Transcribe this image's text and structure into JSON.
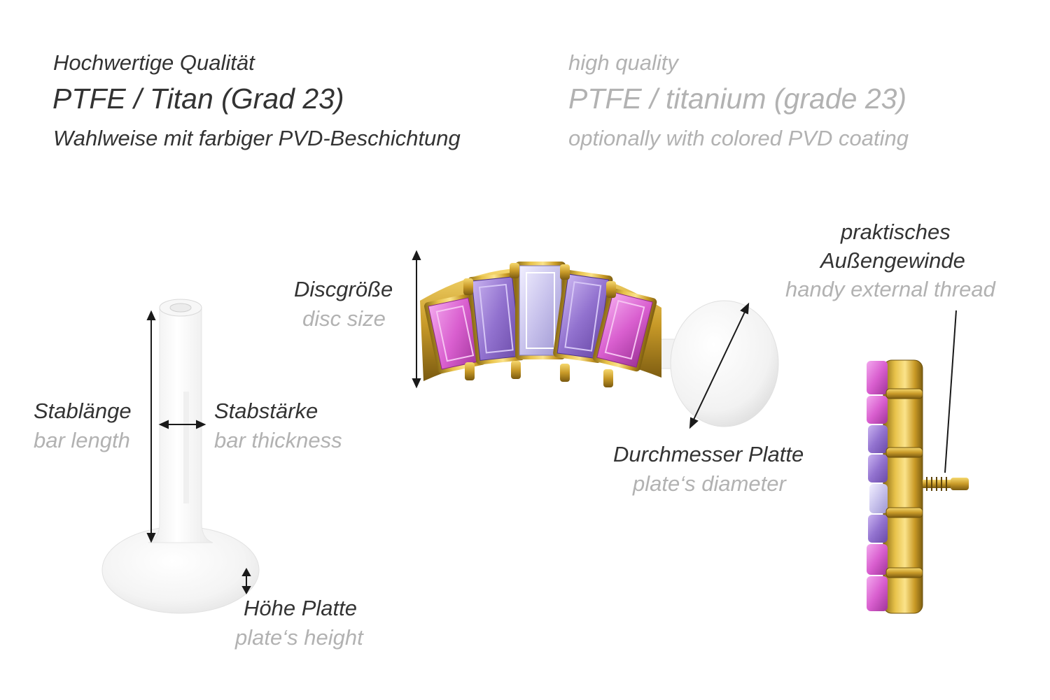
{
  "header": {
    "de": {
      "line1": "Hochwertige Qualität",
      "line2": "PTFE / Titan (Grad 23)",
      "line3": "Wahlweise mit farbiger PVD-Beschichtung"
    },
    "en": {
      "line1": "high quality",
      "line2": "PTFE / titanium (grade 23)",
      "line3": "optionally with colored PVD coating"
    }
  },
  "labels": {
    "bar_length": {
      "de": "Stablänge",
      "en": "bar length"
    },
    "bar_thickness": {
      "de": "Stabstärke",
      "en": "bar thickness"
    },
    "plate_height": {
      "de": "Höhe Platte",
      "en": "plate‘s height"
    },
    "disc_size": {
      "de": "Discgröße",
      "en": "disc size"
    },
    "plate_diameter": {
      "de": "Durchmesser Platte",
      "en": "plate‘s diameter"
    },
    "external_thread": {
      "de_line1": "praktisches",
      "de_line2": "Außengewinde",
      "en": "handy external thread"
    }
  },
  "colors": {
    "text_primary": "#333333",
    "text_secondary": "#b2b2b2",
    "gold": "#d8ae2e",
    "ptfe": "#f3f3f3",
    "stone_pink": "#e07ad8",
    "stone_violet": "#a486d6",
    "stone_lilac": "#c8c4ec"
  }
}
